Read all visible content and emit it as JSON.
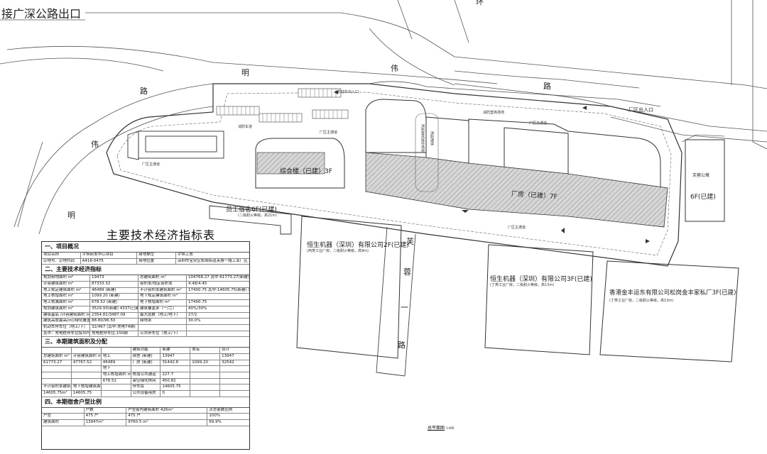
{
  "labels": {
    "exit_to_guangshen": "接广深公路出口",
    "road_ming_1": "明",
    "road_wei_1": "伟",
    "road_lu_1": "路",
    "road_wei_2": "伟",
    "road_ming_2": "明",
    "road_lu_top": "路",
    "huan": "环",
    "furong_1": "芙",
    "furong_2": "蓉",
    "furong_3": "一",
    "furong_4": "路",
    "factory_exit": "厂区出入口",
    "canteen": "综合楼（已建）3F",
    "plant_main": "厂房（已建）7F",
    "staff_dorm": "员工宿舍6F(已建)",
    "staff_dorm_sub": "（二级耐火等级，高21m）",
    "hengsheng_1": "恒生机器（深圳）有限公司2F(已建)",
    "hengsheng_1_sub": "(丙类工业厂房，二级耐火等级，高9m)",
    "hengsheng_2": "恒生机器（深圳）有限公司3F(已建)",
    "hengsheng_2_sub": "(丁类工业厂房，二级耐火等级，高13m)",
    "hk_jinfeng": "香港金丰运东有限公司松岗金丰家私厂3F(已建)",
    "hk_jinfeng_sub": "(丁类工业厂房，二级耐火等级，高13m)",
    "right_bld": "6F(已建)",
    "right_bld_top": "芙蓉公寓",
    "entrance_small": "机动车出入口",
    "fire_lane_1": "消防车道",
    "fire_lane_2": "厂区主通道",
    "fire_lane_3": "消防登高场地",
    "fire_lane_4": "厂区主通道",
    "fire_lane_5": "厂区主通道",
    "fire_lane_6": "厂区主通道",
    "vertical_note_1": "消防登高操作场地",
    "vertical_note_2": "消防通道",
    "drawing_caption": "总平面图",
    "drawing_scale": "1:400"
  },
  "table": {
    "title": "主要技术经济指标表",
    "section1": "一、项目概况",
    "s1_rows": [
      [
        "项目名称",
        "宇恒研发中心项目",
        "用地单位",
        "宇恒工贸"
      ],
      [
        "宗地号、宗地代码",
        "A418-0475",
        "用地位置",
        "深圳市宝安区松岗街道芙蓉一路工业厂区"
      ]
    ],
    "section2": "二、主要技术经济指标",
    "s2_rows": [
      [
        "规划用地面积 m²",
        "19473",
        "总建筑面积 m²",
        "104768.27 其中:61773.27(新建) / 42995(已建)"
      ],
      [
        "计容建筑面积 m²",
        "87333.32",
        "容积率/规定容积率",
        "4.48/4.45"
      ],
      [
        "地上规定建筑面积 m²",
        "46489 (新建)",
        "不计容积率建筑面积 m²",
        "17400.75 其中:14605.75(新建) / 2795(已建)"
      ],
      [
        "地上核增面积 m²",
        "1099.20 (新建)",
        "地下规定建筑面积 m²",
        ""
      ],
      [
        "地上核减面积 m²",
        "678.52 (新建)",
        "地下核增面积 m²",
        "17400.75"
      ],
      [
        "规划建筑面积 m²",
        "3529.93(新建) 4337(已建)",
        "建筑覆盖率（一/二）",
        "40%/30%"
      ],
      [
        "建筑基底 /计容建筑面积 m²",
        "2354.81/3487.09",
        "最大层数（地上/地下）",
        "27/2"
      ],
      [
        "建筑高度最高(m)/绿化覆盖率",
        "88.80/96.50",
        "绿地率",
        "30.0%"
      ],
      [
        "机动车停车位（地上/下）",
        "32/467 (其中:充电74辆)",
        "",
        ""
      ],
      [
        "其中：充电桩停车位按30%",
        "充电桩停车位:150辆",
        "公共停车位（地上/下）",
        ""
      ]
    ],
    "section3": "三、本期建筑面积及分配",
    "s3_head": [
      "",
      "",
      "",
      "建筑功能",
      "新建",
      "原有",
      "合计"
    ],
    "s3_rows": [
      [
        "总建筑面积 m²",
        "计容建筑面积 m²",
        "地上",
        "宿舍 (新建)",
        "13947",
        "",
        "13947"
      ],
      [
        "61773.27",
        "47767.52",
        "46489",
        "厂房 (新建)",
        "31442.8",
        "1099.20",
        "32542"
      ],
      [
        "",
        "",
        "地下",
        "",
        "",
        "",
        ""
      ],
      [
        "",
        "",
        "地上核增面积 m²",
        "核增公共通道",
        "227.7",
        "",
        ""
      ],
      [
        "",
        "",
        "678.52",
        "架空绿化休闲",
        "450.82",
        "",
        ""
      ],
      [
        "不计容积率建筑面积 m²",
        "地下核增建筑面积 m²",
        "",
        "停车库",
        "14605.75",
        "",
        ""
      ],
      [
        "14605.75m²",
        "14605.75",
        "",
        "公共设备用房",
        "0",
        "",
        ""
      ]
    ],
    "section4": "四、本期宿舍户型比例",
    "s4_head": [
      "",
      "户数",
      "户型套内建筑面积 426m²",
      "占总套数比例"
    ],
    "s4_rows": [
      [
        "户型",
        "475 户",
        "475 户",
        "100%"
      ],
      [
        "建筑面积",
        "13947m²",
        "9760.5 m²",
        "69.9%"
      ]
    ]
  }
}
